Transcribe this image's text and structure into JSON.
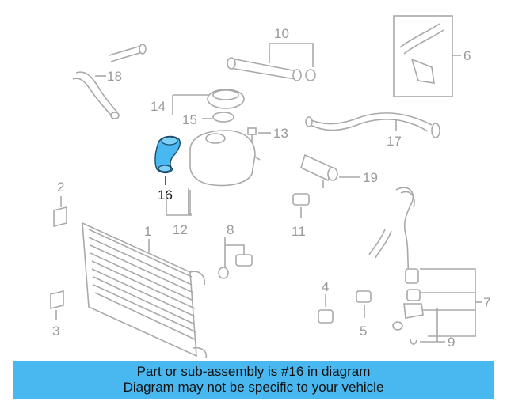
{
  "callouts": {
    "c1": "1",
    "c2": "2",
    "c3": "3",
    "c4": "4",
    "c5": "5",
    "c6": "6",
    "c7": "7",
    "c8": "8",
    "c9": "9",
    "c10": "10",
    "c11": "11",
    "c12": "12",
    "c13": "13",
    "c14": "14",
    "c15": "15",
    "c16": "16",
    "c17": "17",
    "c18": "18",
    "c19": "19"
  },
  "highlight": {
    "part": "16",
    "color": "#4ab8f0"
  },
  "banner": {
    "line1": "Part or sub-assembly is #16 in diagram",
    "line2": "Diagram may not be specific to your vehicle",
    "color": "#4ab8f0"
  }
}
